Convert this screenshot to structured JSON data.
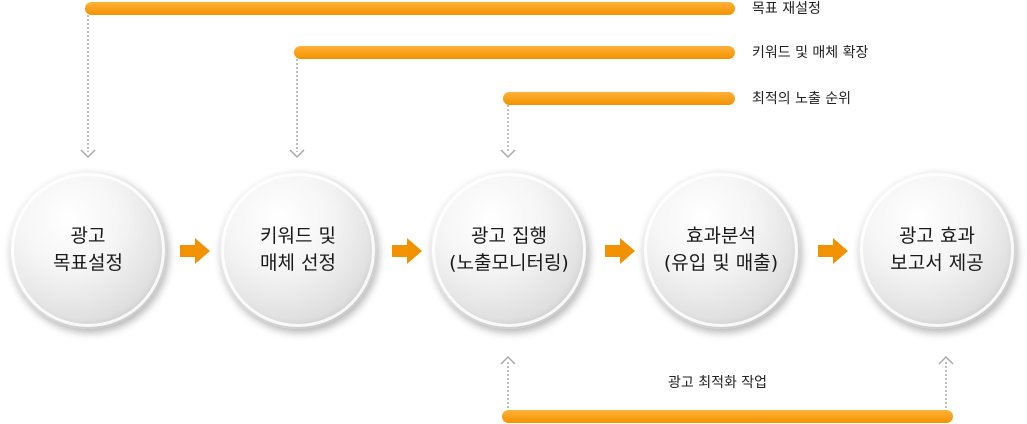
{
  "feedback_bars": [
    {
      "label": "목표 재설정"
    },
    {
      "label": "키워드 및 매체 확장"
    },
    {
      "label": "최적의 노출 순위"
    }
  ],
  "process_steps": [
    {
      "line1": "광고",
      "line2": "목표설정"
    },
    {
      "line1": "키워드 및",
      "line2": "매체 선정"
    },
    {
      "line1": "광고 집행",
      "line2": "(노출모니터링)"
    },
    {
      "line1": "효과분석",
      "line2": "(유입 및 매출)"
    },
    {
      "line1": "광고 효과",
      "line2": "보고서 제공"
    }
  ],
  "optimization_bar": {
    "label": "광고 최적화 작업"
  },
  "colors": {
    "accent": "#f39200",
    "dotted_line": "#a9a9a9",
    "text": "#1a1a1a"
  }
}
